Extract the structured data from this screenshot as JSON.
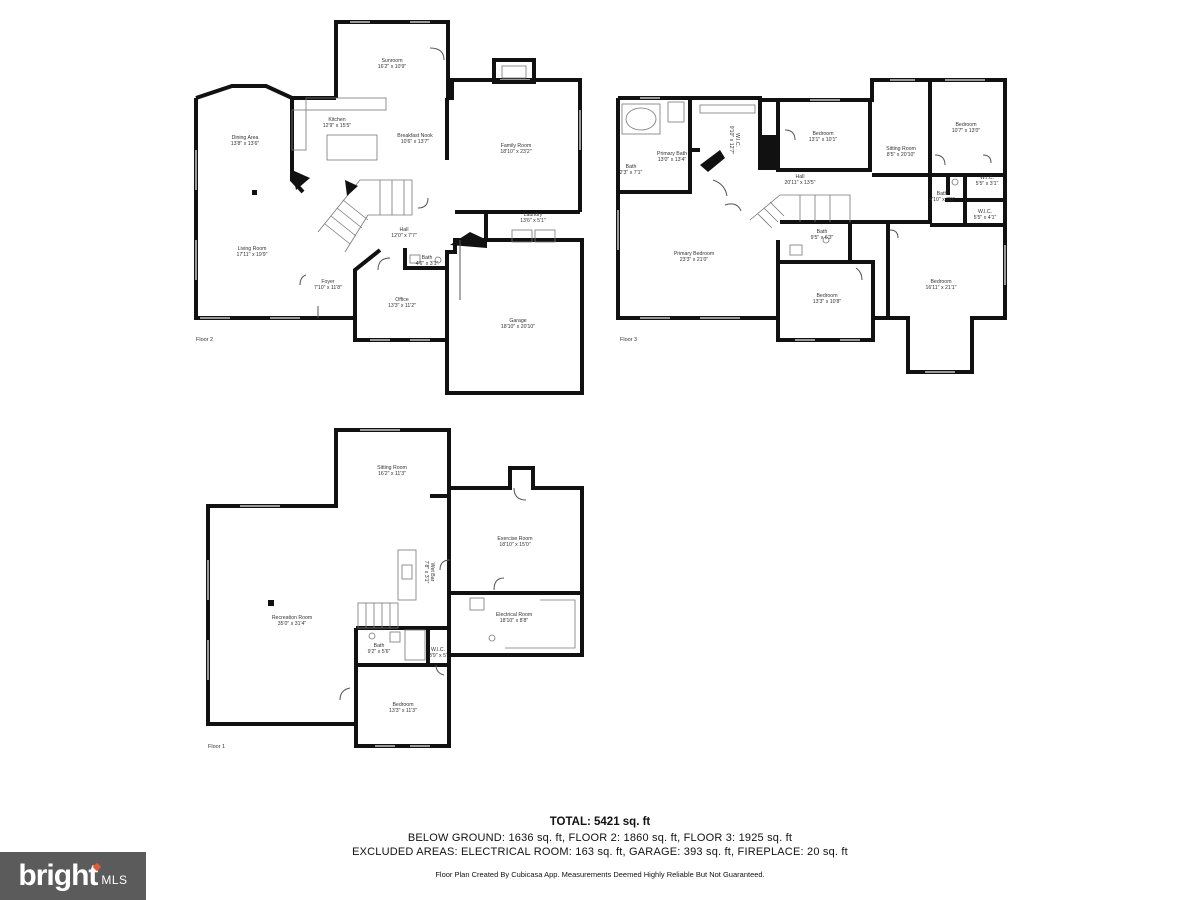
{
  "floors": {
    "floor2": {
      "label": "Floor 2",
      "rooms": [
        {
          "id": "sunroom",
          "name": "Sunroom",
          "dims": "16'2\" x 10'9\""
        },
        {
          "id": "kitchen",
          "name": "Kitchen",
          "dims": "12'9\" x 15'5\""
        },
        {
          "id": "breakfast",
          "name": "Breakfast Nook",
          "dims": "10'6\" x 13'7\""
        },
        {
          "id": "dining",
          "name": "Dining Area",
          "dims": "13'8\" x 13'6\""
        },
        {
          "id": "family",
          "name": "Family Room",
          "dims": "18'10\" x 23'2\""
        },
        {
          "id": "laundry",
          "name": "Laundry",
          "dims": "13'6\" x 5'1\""
        },
        {
          "id": "hall2",
          "name": "Hall",
          "dims": "12'0\" x 7'7\""
        },
        {
          "id": "living",
          "name": "Living Room",
          "dims": "17'11\" x 19'9\""
        },
        {
          "id": "bath2",
          "name": "Bath",
          "dims": "4'6\" x 3'1\""
        },
        {
          "id": "foyer",
          "name": "Foyer",
          "dims": "7'10\" x 11'8\""
        },
        {
          "id": "office",
          "name": "Office",
          "dims": "13'3\" x 11'2\""
        },
        {
          "id": "garage",
          "name": "Garage",
          "dims": "18'10\" x 20'10\""
        }
      ]
    },
    "floor3": {
      "label": "Floor 3",
      "rooms": [
        {
          "id": "pbath",
          "name": "Primary Bath",
          "dims": "13'0\" x 13'4\""
        },
        {
          "id": "bath3a",
          "name": "Bath",
          "dims": "2'3\" x 7'1\""
        },
        {
          "id": "wic3",
          "name": "W.I.C.",
          "dims": "9'10\" x 12'7\""
        },
        {
          "id": "bed3a",
          "name": "Bedroom",
          "dims": "13'1\" x 10'1\""
        },
        {
          "id": "sitting3",
          "name": "Sitting Room",
          "dims": "8'5\" x 20'10\""
        },
        {
          "id": "bed3b",
          "name": "Bedroom",
          "dims": "10'7\" x 13'0\""
        },
        {
          "id": "hall3",
          "name": "Hall",
          "dims": "20'11\" x 13'5\""
        },
        {
          "id": "bath3b",
          "name": "Bath",
          "dims": "4'10\" x 7'0\""
        },
        {
          "id": "wic3b",
          "name": "W.I.C.",
          "dims": "5'5\" x 3'1\""
        },
        {
          "id": "wic3c",
          "name": "W.I.C.",
          "dims": "5'5\" x 4'1\""
        },
        {
          "id": "bath3c",
          "name": "Bath",
          "dims": "9'5\" x 6'3\""
        },
        {
          "id": "pbed",
          "name": "Primary Bedroom",
          "dims": "23'3\" x 21'0\""
        },
        {
          "id": "bed3c",
          "name": "Bedroom",
          "dims": "13'3\" x 10'8\""
        },
        {
          "id": "bed3d",
          "name": "Bedroom",
          "dims": "16'11\" x 21'1\""
        }
      ]
    },
    "floor1": {
      "label": "Floor 1",
      "rooms": [
        {
          "id": "sitting1",
          "name": "Sitting Room",
          "dims": "16'2\" x 11'3\""
        },
        {
          "id": "exercise",
          "name": "Exercise Room",
          "dims": "18'10\" x 15'0\""
        },
        {
          "id": "wetbar",
          "name": "Wet Bar",
          "dims": "7'8\" x 3'1\""
        },
        {
          "id": "recreation",
          "name": "Recreation Room",
          "dims": "35'0\" x 31'4\""
        },
        {
          "id": "electrical",
          "name": "Electrical Room",
          "dims": "18'10\" x 8'8\""
        },
        {
          "id": "bath1",
          "name": "Bath",
          "dims": "9'2\" x 5'6\""
        },
        {
          "id": "wic1",
          "name": "W.I.C.",
          "dims": "3'9\" x 5'"
        },
        {
          "id": "bed1",
          "name": "Bedroom",
          "dims": "13'3\" x 11'3\""
        }
      ]
    }
  },
  "summary": {
    "total": "TOTAL: 5421 sq. ft",
    "line1": "BELOW GROUND: 1636 sq. ft, FLOOR 2: 1860 sq. ft, FLOOR 3: 1925 sq. ft",
    "line2": "EXCLUDED AREAS: ELECTRICAL ROOM: 163 sq. ft, GARAGE: 393 sq. ft, FIREPLACE: 20 sq. ft",
    "footnote": "Floor Plan Created By Cubicasa App. Measurements Deemed Highly Reliable But Not Guaranteed."
  },
  "brand": {
    "word": "bright",
    "mls": "MLS",
    "accent_color": "#e35a38",
    "background_color": "#5b5b5b"
  }
}
